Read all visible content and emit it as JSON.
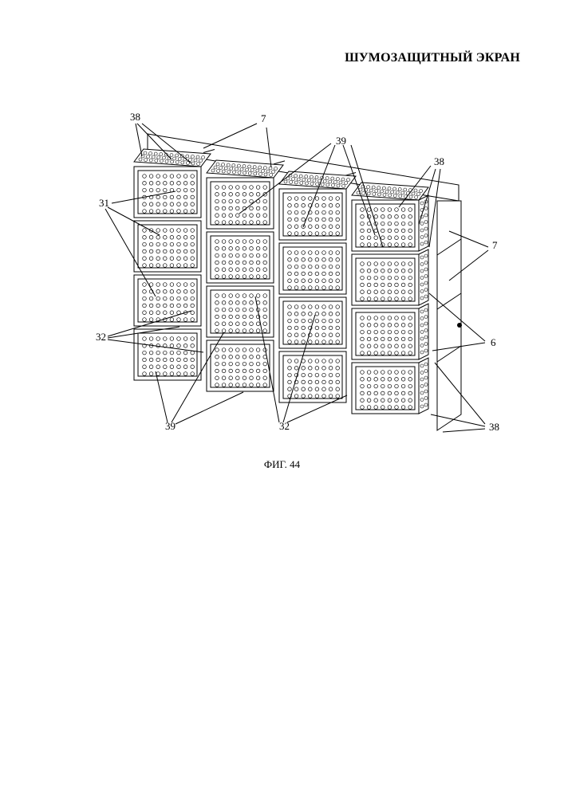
{
  "header": {
    "title": "ШУМОЗАЩИТНЫЙ ЭКРАН"
  },
  "figure": {
    "caption": "ФИГ. 44",
    "callouts": {
      "c38_top_left": "38",
      "c7_top": "7",
      "c39_top": "39",
      "c38_top_right": "38",
      "c31": "31",
      "c7_right": "7",
      "c6": "6",
      "c32_left": "32",
      "c39_bottom": "39",
      "c32_bottom": "32",
      "c38_bottom_right": "38"
    },
    "panel_grid": {
      "rows": 4,
      "columns": 4
    }
  }
}
